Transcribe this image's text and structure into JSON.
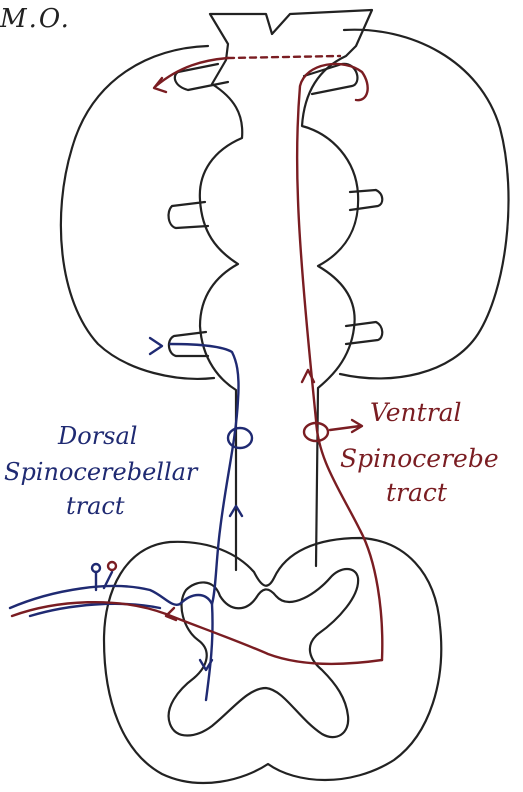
{
  "diagram": {
    "title": "M.O.",
    "dorsal_label": [
      "Dorsal",
      "Spinocerebellar",
      "tract"
    ],
    "ventral_label": [
      "Ventral",
      "Spinocerebe",
      "tract"
    ]
  },
  "colors": {
    "outline": "#222222",
    "dorsal_tract": "#1f2a72",
    "ventral_tract": "#7a1d22",
    "background": "#ffffff"
  }
}
